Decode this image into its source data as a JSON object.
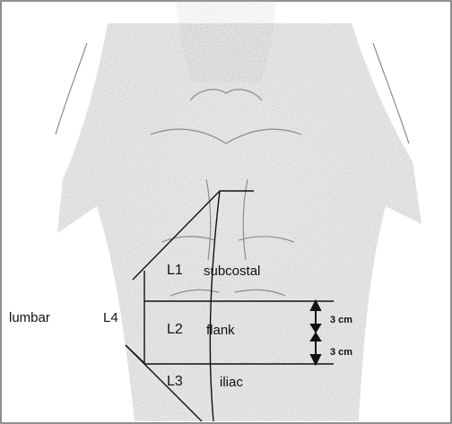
{
  "regions": {
    "l1": "L1",
    "l2": "L2",
    "l3": "L3",
    "l4": "L4"
  },
  "labels": {
    "subcostal": "subcostal",
    "flank": "flank",
    "iliac": "iliac",
    "lumbar": "lumbar"
  },
  "measurements": {
    "upper": "3 cm",
    "lower": "3 cm"
  },
  "colors": {
    "ink": "#111111",
    "body_shading": "#b9b9b9",
    "background": "#ffffff"
  }
}
